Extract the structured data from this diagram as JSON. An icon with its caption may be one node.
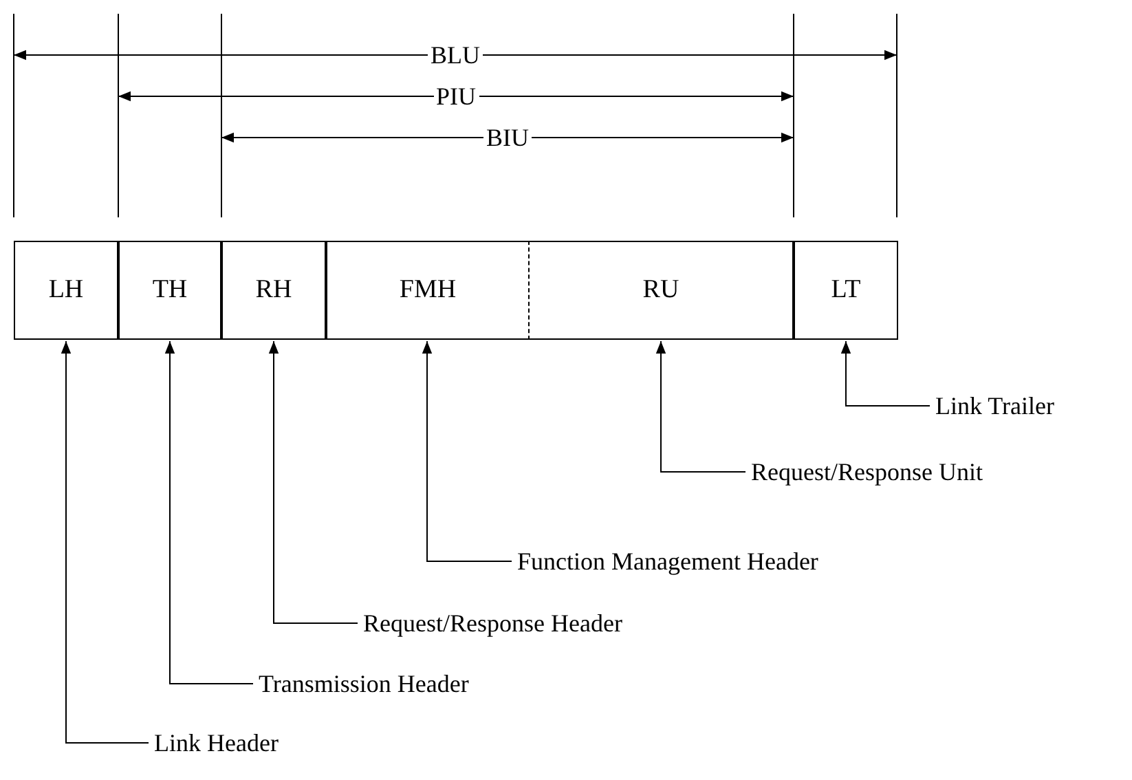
{
  "diagram": {
    "nodes": [
      {
        "text": [
          "LH"
        ]
      },
      {
        "text": [
          "TH"
        ]
      },
      {
        "text": [
          "RH"
        ]
      },
      {
        "text": [
          "FMH"
        ]
      },
      {
        "text": [
          "RU"
        ]
      },
      {
        "text": [
          "LT"
        ]
      },
      {
        "text": [
          "Link Trailer"
        ]
      },
      {
        "text": [
          "Request/Response Unit"
        ]
      },
      {
        "text": [
          "Function Management Header"
        ]
      },
      {
        "text": [
          "Request/Response Header"
        ]
      },
      {
        "text": [
          "Transmission Header"
        ]
      },
      {
        "text": [
          "Link Header"
        ]
      }
    ],
    "edges": [
      {
        "from": 6,
        "to": 5,
        "arrow": "to"
      },
      {
        "from": 7,
        "to": 4,
        "arrow": "to"
      },
      {
        "from": 8,
        "to": 3,
        "arrow": "to"
      },
      {
        "from": 9,
        "to": 2,
        "arrow": "to"
      },
      {
        "from": 10,
        "to": 1,
        "arrow": "to"
      },
      {
        "from": 11,
        "to": 0,
        "arrow": "to"
      }
    ],
    "labels": [
      "BLU",
      "PIU",
      "BIU"
    ]
  }
}
